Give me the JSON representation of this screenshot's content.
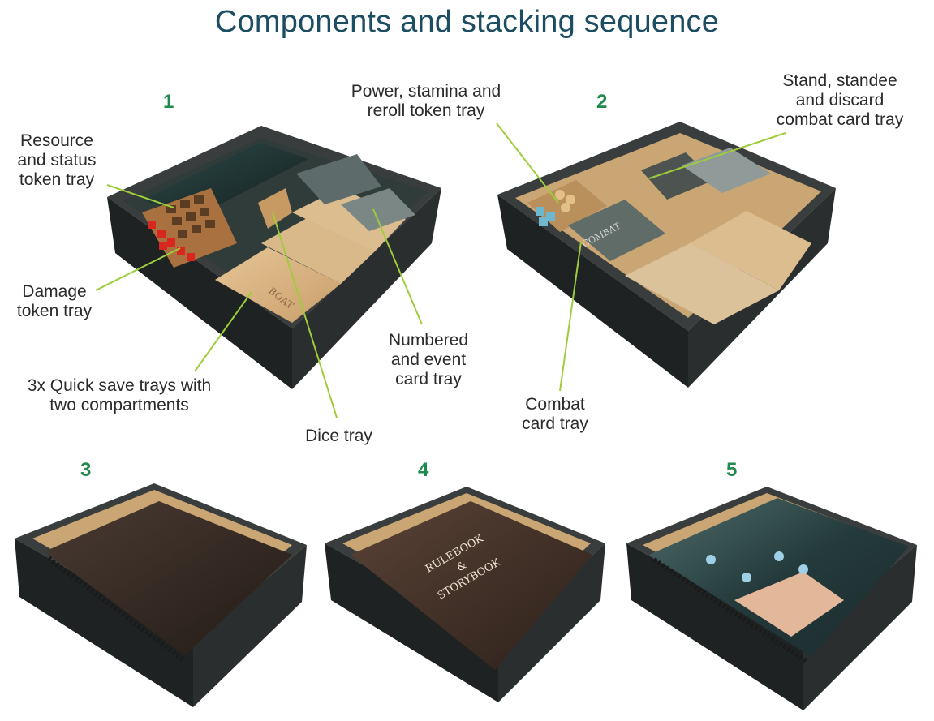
{
  "title": "Components and stacking sequence",
  "steps": [
    "1",
    "2",
    "3",
    "4",
    "5"
  ],
  "labels": {
    "resource_status": "Resource\nand status\ntoken tray",
    "damage": "Damage\ntoken tray",
    "quick_save": "3x Quick save trays with\ntwo compartments",
    "dice": "Dice tray",
    "numbered_event": "Numbered\nand event\ncard tray",
    "power_stamina": "Power, stamina and\nreroll token tray",
    "stand_standee": "Stand, standee\nand discard\ncombat card tray",
    "combat": "Combat\ncard tray"
  },
  "photo_text": {
    "boat": "BOAT",
    "combat_card": "COMBAT",
    "rulebook_line1": "RULEBOOK",
    "rulebook_amp": "&",
    "rulebook_line2": "STORYBOOK"
  },
  "colors": {
    "title": "#1d4d63",
    "step": "#1f8a4d",
    "callout": "#9dcd3a",
    "box": "#2a2d2d",
    "wood": "#d9b889"
  }
}
